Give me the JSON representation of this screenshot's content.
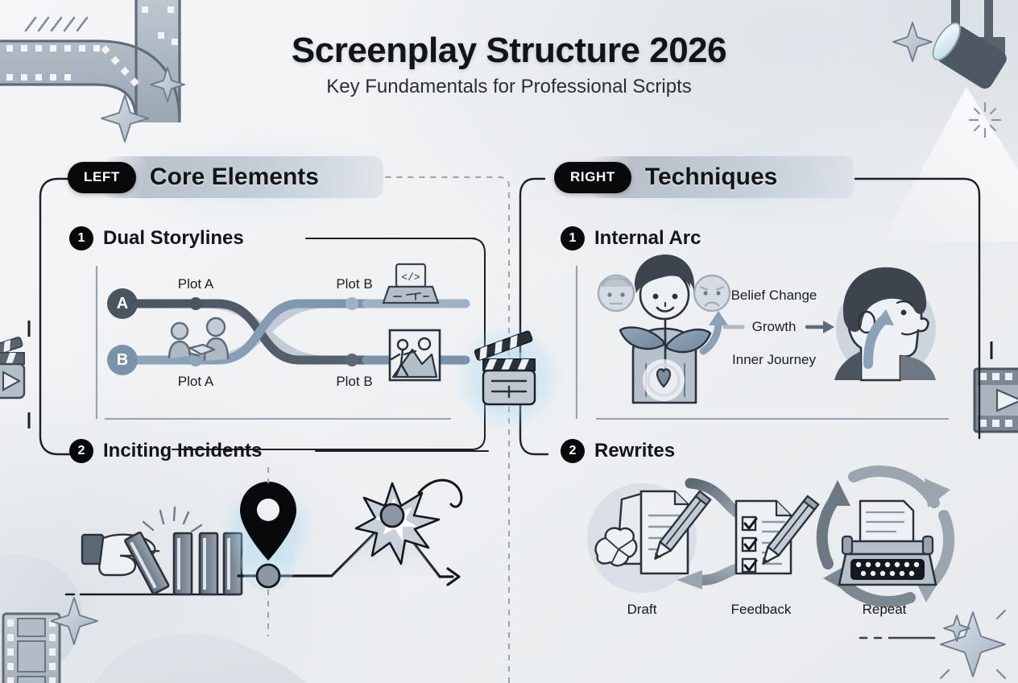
{
  "header": {
    "title": "Screenplay Structure 2026",
    "subtitle": "Key Fundamentals for Professional Scripts"
  },
  "colors": {
    "ink": "#111418",
    "badge_bg": "#07090b",
    "accent_dark": "#4a5560",
    "accent_mid": "#6f8297",
    "accent_light": "#9fb2c4",
    "glow_blue": "#a6d6f2",
    "plate_gray": "#b6bfc9",
    "page_bg": "#eef0f2"
  },
  "left_panel": {
    "badge": "LEFT",
    "title": "Core Elements",
    "items": [
      {
        "number": "1",
        "title": "Dual Storylines",
        "diagram": {
          "type": "crossing-tracks",
          "tracks": [
            {
              "letter": "A",
              "color": "#4a5560",
              "start_label": "Plot A",
              "end_label": "Plot B",
              "label_position": "above"
            },
            {
              "letter": "B",
              "color": "#7a93ab",
              "start_label": "Plot A",
              "end_label": "Plot B",
              "label_position": "below"
            }
          ],
          "icons": [
            "handshake-icon",
            "laptop-code-icon",
            "picture-frame-icon"
          ]
        }
      },
      {
        "number": "2",
        "title": "Inciting Incidents",
        "diagram": {
          "type": "domino-arc",
          "icons": [
            "hand-pointing-icon",
            "dominoes-icon",
            "location-pin-icon",
            "story-arc-icon",
            "burst-icon"
          ]
        }
      }
    ]
  },
  "right_panel": {
    "badge": "RIGHT",
    "title": "Techniques",
    "items": [
      {
        "number": "1",
        "title": "Internal Arc",
        "diagram": {
          "type": "character-growth",
          "labels": [
            "Belief Change",
            "Growth",
            "Inner Journey"
          ],
          "icons": [
            "character-faces-icon",
            "sprout-icon",
            "profile-head-icon",
            "growth-arrow-icon"
          ]
        }
      },
      {
        "number": "2",
        "title": "Rewrites",
        "diagram": {
          "type": "cycle",
          "steps": [
            "Draft",
            "Feedback",
            "Repeat"
          ],
          "icons": [
            "draft-page-icon",
            "checklist-icon",
            "typewriter-icon",
            "cycle-arrows-icon"
          ]
        }
      }
    ]
  },
  "decor": {
    "center_connector_icon": "clapperboard-icon",
    "left_edge_icon": "clapperboard-play-icon",
    "right_edge_icon": "film-frame-play-icon",
    "top_left_icon": "film-strip-curve-icon",
    "bottom_left_icon": "film-strip-vertical-icon",
    "top_right_icon": "spotlight-icon",
    "sparkles": [
      "sparkle-icon",
      "sparkle-icon",
      "sparkle-icon",
      "sparkle-icon",
      "sparkle-icon"
    ]
  }
}
